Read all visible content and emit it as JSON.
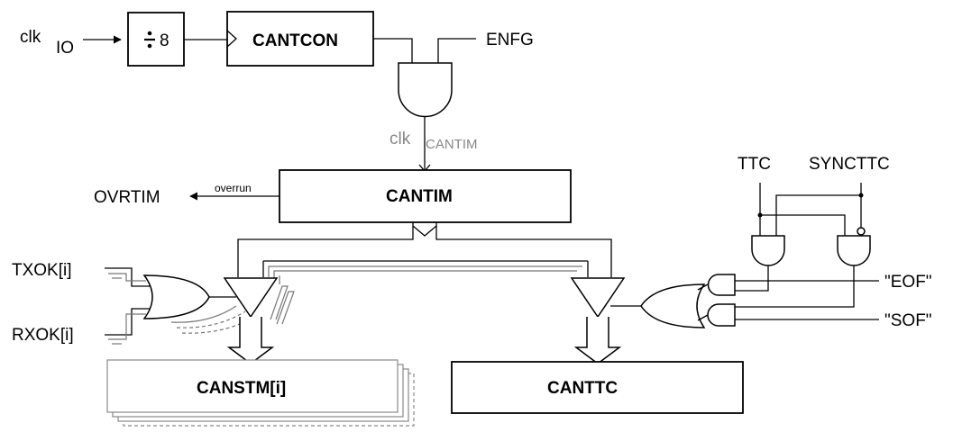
{
  "signals": {
    "clk_main": "clk",
    "clk_io_sub": "IO",
    "divider": "8",
    "enfg": "ENFG",
    "clk_cantim_main": "clk",
    "clk_cantim_sub": "CANTIM",
    "overrun": "overrun",
    "ovrtim": "OVRTIM",
    "ttc": "TTC",
    "syncttc": "SYNCTTC",
    "txok": "TXOK[i]",
    "rxok": "RXOK[i]",
    "eof": "\"EOF\"",
    "sof": "\"SOF\""
  },
  "blocks": {
    "cantcon": "CANTCON",
    "cantim": "CANTIM",
    "canstm": "CANSTM[i]",
    "canttc": "CANTTC"
  },
  "colors": {
    "line": "#000000",
    "grey_line": "#777777",
    "grey_text": "#888888"
  }
}
